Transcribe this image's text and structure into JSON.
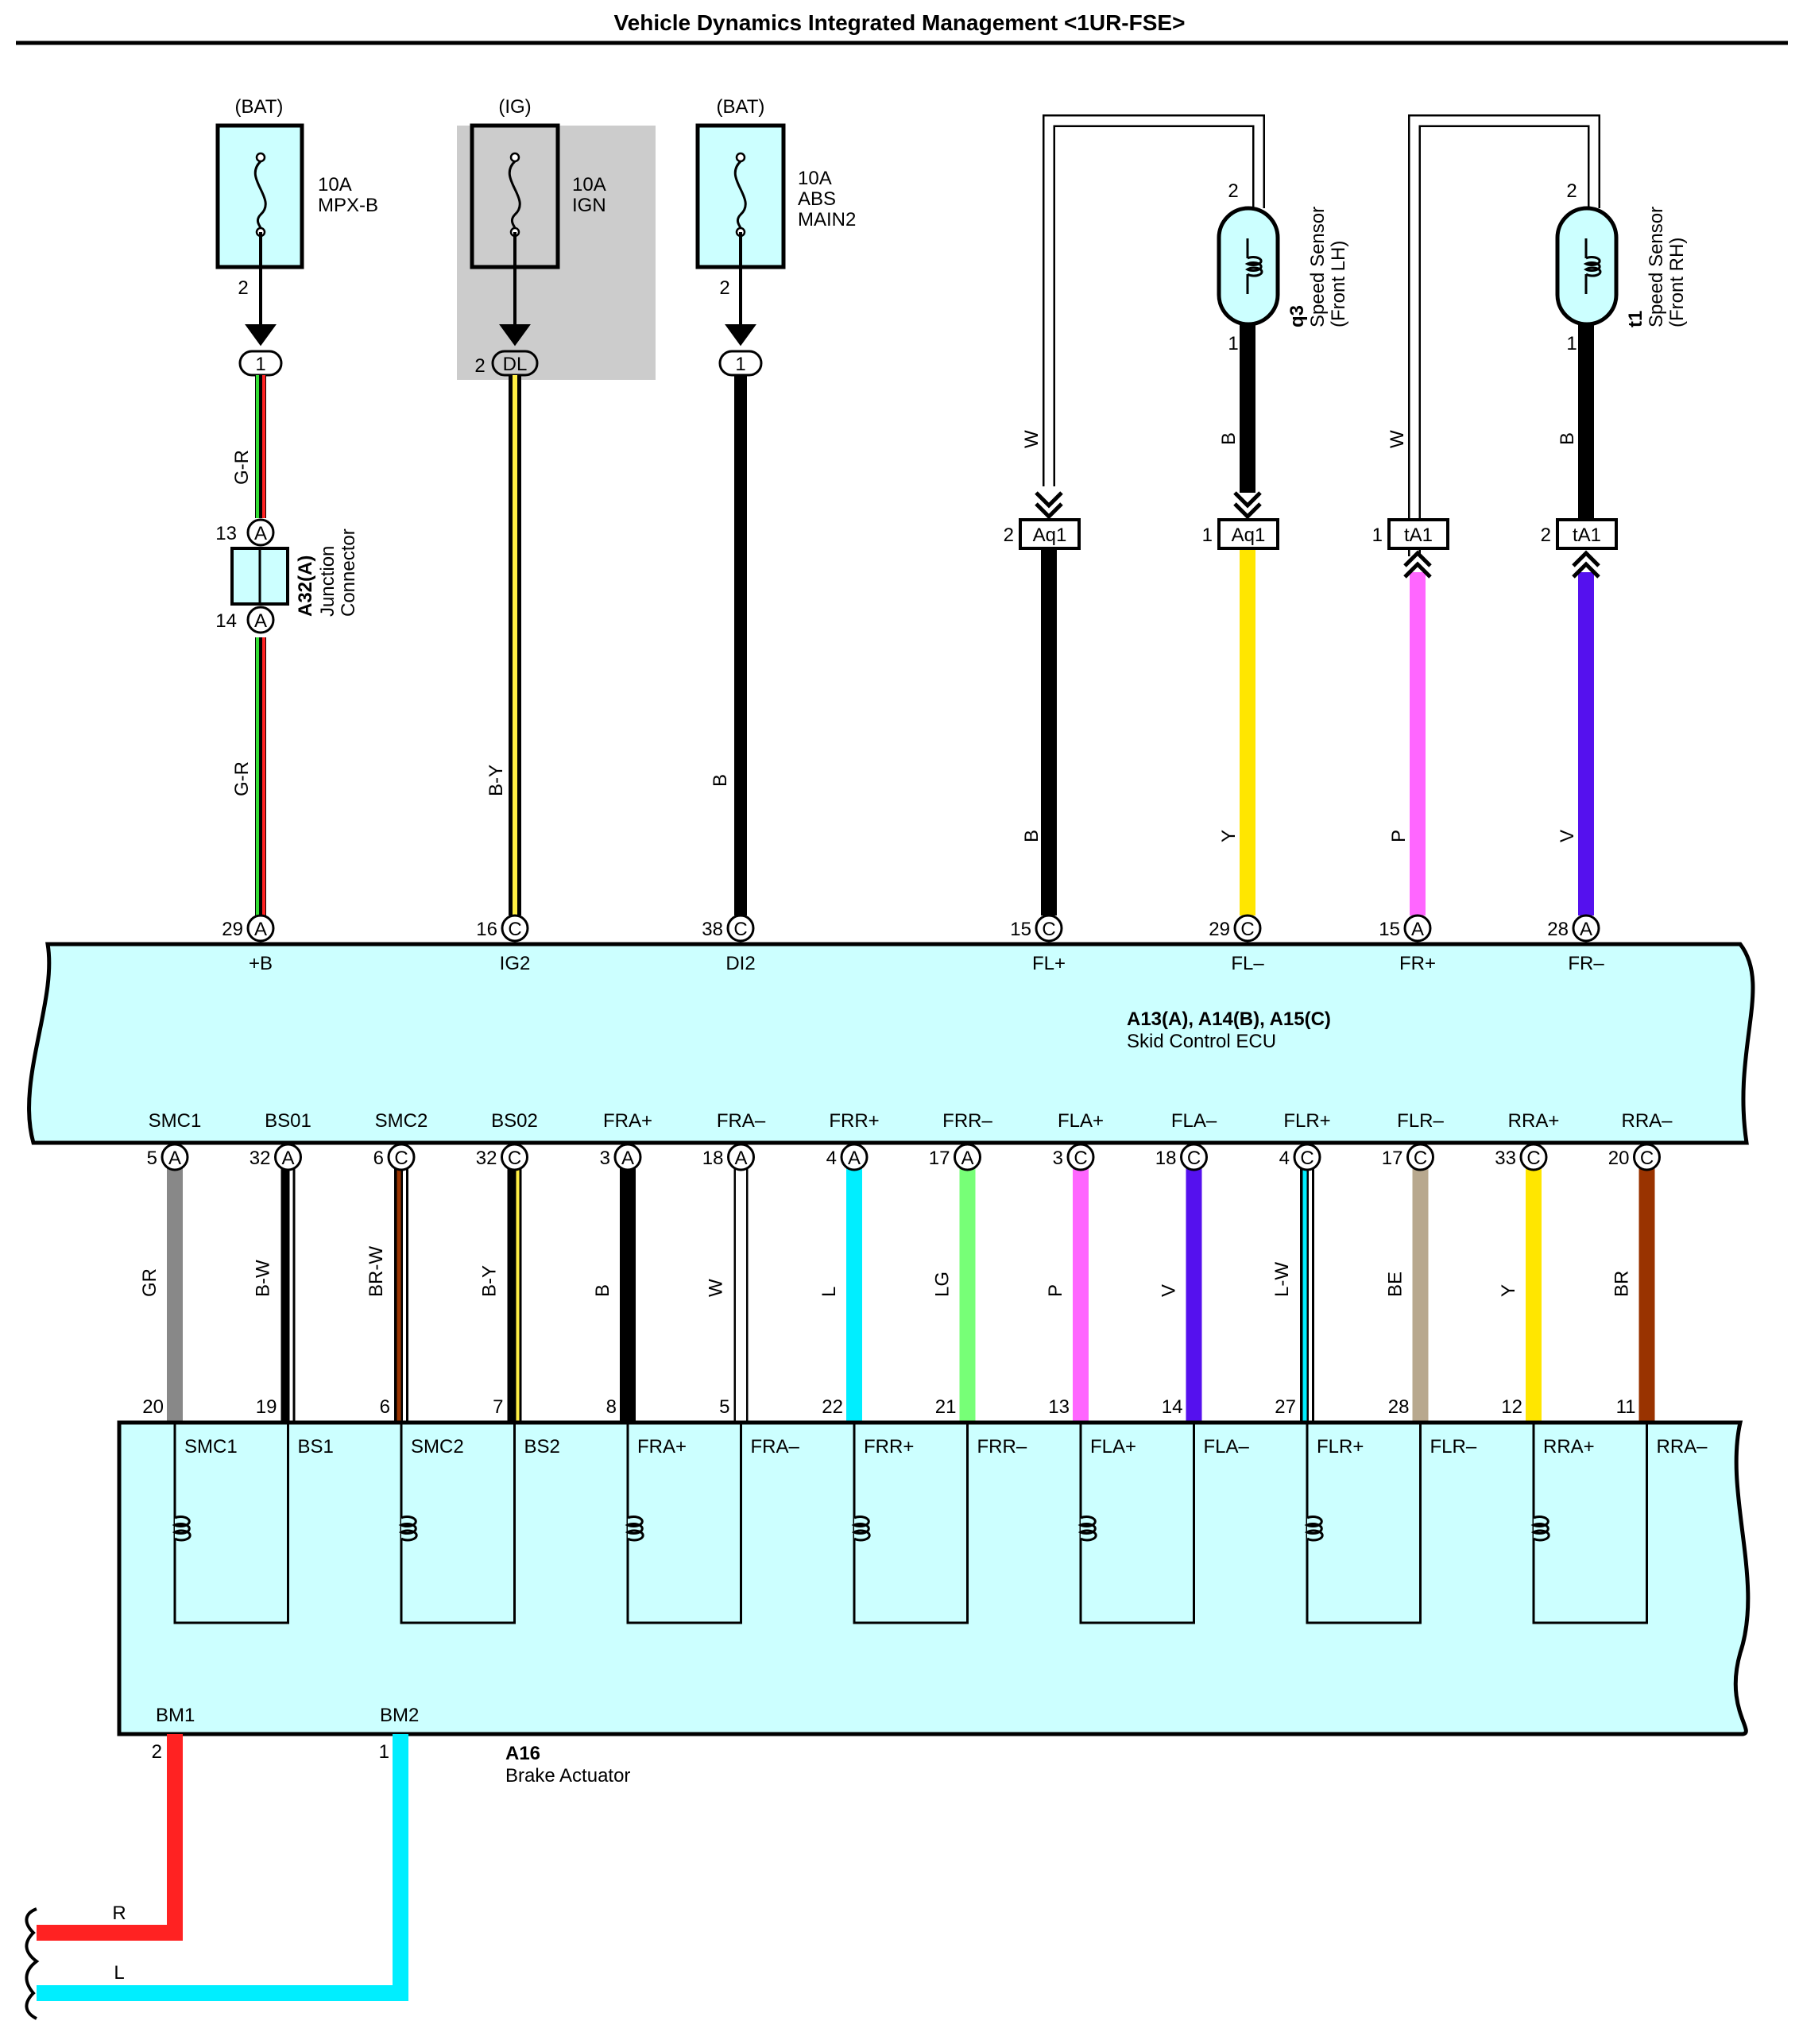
{
  "title": "Vehicle Dynamics Integrated Management <1UR-FSE>",
  "colors": {
    "box_fill": "#ccffff",
    "G-R": [
      "#33dd33",
      "#ff2222"
    ],
    "B-Y": [
      "#000000",
      "#ffee44"
    ],
    "B": [
      "#000000"
    ],
    "W": [
      "#ffffff"
    ],
    "Y": [
      "#ffe600"
    ],
    "P": [
      "#ff66ff"
    ],
    "V": [
      "#5511ee"
    ],
    "GR": [
      "#888888"
    ],
    "B-W": [
      "#000000",
      "#ffffff"
    ],
    "BR-W": [
      "#993300",
      "#ffffff"
    ],
    "L": [
      "#00eeff"
    ],
    "LG": [
      "#77ff77"
    ],
    "L-W": [
      "#00eeff",
      "#ffffff"
    ],
    "BE": [
      "#b8a88e"
    ],
    "BR": [
      "#993300"
    ],
    "R": [
      "#ff2222"
    ]
  },
  "fuses": [
    {
      "supply": "(BAT)",
      "line1": "10A",
      "line2": "MPX-B",
      "line3": "",
      "pin": "2",
      "icon": "fuse-icon"
    },
    {
      "supply": "(IG)",
      "line1": "10A",
      "line2": "IGN",
      "line3": "",
      "pin": "",
      "icon": "fuse-icon"
    },
    {
      "supply": "(BAT)",
      "line1": "10A",
      "line2": "ABS",
      "line3": "MAIN2",
      "pin": "2",
      "icon": "fuse-icon"
    }
  ],
  "junction_connectors": [
    {
      "label": "1",
      "pin": ""
    },
    {
      "label": "DL",
      "pin": "2"
    },
    {
      "label": "1",
      "pin": ""
    }
  ],
  "junction_block": {
    "code": "A32(A)",
    "line1": "Junction",
    "line2": "Connector",
    "pin_top": "13",
    "pin_bottom": "14",
    "letter": "A"
  },
  "sensors": [
    {
      "code": "q3",
      "line1": "Speed Sensor",
      "line2": "(Front LH)",
      "pin_top": "2",
      "pin_bottom": "1",
      "icon": "coil-icon"
    },
    {
      "code": "t1",
      "line1": "Speed Sensor",
      "line2": "(Front RH)",
      "pin_top": "2",
      "pin_bottom": "1",
      "icon": "coil-icon"
    }
  ],
  "inline_connectors": [
    {
      "code": "Aq1",
      "pin": "2",
      "dir": "down"
    },
    {
      "code": "Aq1",
      "pin": "1",
      "dir": "down"
    },
    {
      "code": "tA1",
      "pin": "1",
      "dir": "up"
    },
    {
      "code": "tA1",
      "pin": "2",
      "dir": "up"
    }
  ],
  "upper_wires": [
    {
      "color": "G-R",
      "labels": [
        "G-R",
        "G-R"
      ]
    },
    {
      "color": "B-Y",
      "labels": [
        "B-Y"
      ]
    },
    {
      "color": "B",
      "labels": [
        "B"
      ]
    },
    {
      "color": "W",
      "labels": [
        "W"
      ]
    },
    {
      "color": "B",
      "labels": [
        "B"
      ]
    },
    {
      "color": "W",
      "labels": [
        "W"
      ]
    },
    {
      "color": "B",
      "labels": [
        "B"
      ]
    },
    {
      "color": "B",
      "labels": [
        "B"
      ]
    },
    {
      "color": "Y",
      "labels": [
        "Y"
      ]
    },
    {
      "color": "P",
      "labels": [
        "P"
      ]
    },
    {
      "color": "V",
      "labels": [
        "V"
      ]
    }
  ],
  "ecu": {
    "name_line1": "A13(A), A14(B), A15(C)",
    "name_line2": "Skid Control ECU",
    "top_pins": [
      {
        "num": "29",
        "conn": "A",
        "term": "+B"
      },
      {
        "num": "16",
        "conn": "C",
        "term": "IG2"
      },
      {
        "num": "38",
        "conn": "C",
        "term": "DI2"
      },
      {
        "num": "15",
        "conn": "C",
        "term": "FL+"
      },
      {
        "num": "29",
        "conn": "C",
        "term": "FL–"
      },
      {
        "num": "15",
        "conn": "A",
        "term": "FR+"
      },
      {
        "num": "28",
        "conn": "A",
        "term": "FR–"
      }
    ],
    "bottom_pins": [
      {
        "num": "5",
        "conn": "A",
        "term": "SMC1",
        "wire": "GR"
      },
      {
        "num": "32",
        "conn": "A",
        "term": "BS01",
        "wire": "B-W"
      },
      {
        "num": "6",
        "conn": "C",
        "term": "SMC2",
        "wire": "BR-W"
      },
      {
        "num": "32",
        "conn": "C",
        "term": "BS02",
        "wire": "B-Y"
      },
      {
        "num": "3",
        "conn": "A",
        "term": "FRA+",
        "wire": "B"
      },
      {
        "num": "18",
        "conn": "A",
        "term": "FRA–",
        "wire": "W"
      },
      {
        "num": "4",
        "conn": "A",
        "term": "FRR+",
        "wire": "L"
      },
      {
        "num": "17",
        "conn": "A",
        "term": "FRR–",
        "wire": "LG"
      },
      {
        "num": "3",
        "conn": "C",
        "term": "FLA+",
        "wire": "P"
      },
      {
        "num": "18",
        "conn": "C",
        "term": "FLA–",
        "wire": "V"
      },
      {
        "num": "4",
        "conn": "C",
        "term": "FLR+",
        "wire": "L-W"
      },
      {
        "num": "17",
        "conn": "C",
        "term": "FLR–",
        "wire": "BE"
      },
      {
        "num": "33",
        "conn": "C",
        "term": "RRA+",
        "wire": "Y"
      },
      {
        "num": "20",
        "conn": "C",
        "term": "RRA–",
        "wire": "BR"
      }
    ]
  },
  "actuator": {
    "code": "A16",
    "name": "Brake Actuator",
    "pins": [
      {
        "num": "20",
        "term": "SMC1"
      },
      {
        "num": "19",
        "term": "BS1"
      },
      {
        "num": "6",
        "term": "SMC2"
      },
      {
        "num": "7",
        "term": "BS2"
      },
      {
        "num": "8",
        "term": "FRA+"
      },
      {
        "num": "5",
        "term": "FRA–"
      },
      {
        "num": "22",
        "term": "FRR+"
      },
      {
        "num": "21",
        "term": "FRR–"
      },
      {
        "num": "13",
        "term": "FLA+"
      },
      {
        "num": "14",
        "term": "FLA–"
      },
      {
        "num": "27",
        "term": "FLR+"
      },
      {
        "num": "28",
        "term": "FLR–"
      },
      {
        "num": "12",
        "term": "RRA+"
      },
      {
        "num": "11",
        "term": "RRA–"
      }
    ],
    "solenoid_icon": "solenoid-coil-icon",
    "ground_pins": [
      {
        "num": "2",
        "term": "BM1",
        "wire": "R"
      },
      {
        "num": "1",
        "term": "BM2",
        "wire": "L"
      }
    ]
  }
}
